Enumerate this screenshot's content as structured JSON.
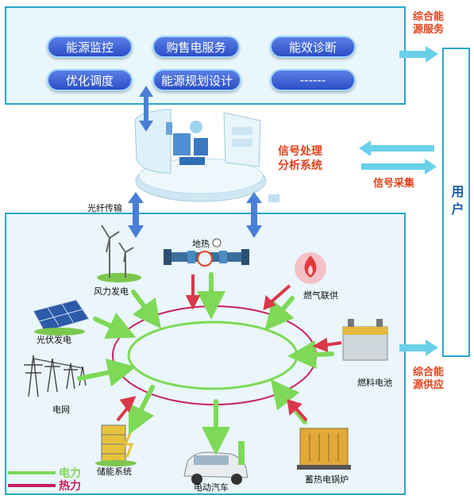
{
  "services": [
    {
      "label": "能源监控"
    },
    {
      "label": "购售电服务"
    },
    {
      "label": "能效诊断"
    },
    {
      "label": "优化调度"
    },
    {
      "label": "能源规划设计"
    },
    {
      "label": "------"
    }
  ],
  "labels": {
    "integrated_service": "综合能\n源服务",
    "signal_processing": "信号处理\n分析系统",
    "signal_collection": "信号采集",
    "fiber": "光纤传输",
    "user": "用户",
    "integrated_supply": "综合能\n源供应"
  },
  "nodes": {
    "wind": "风力发电",
    "geothermal": "地热",
    "gas": "燃气联供",
    "solar": "光伏发电",
    "fuel_cell": "燃料电池",
    "grid": "电网",
    "storage": "储能系统",
    "ev": "电动汽车",
    "boiler": "蓄热电锅炉"
  },
  "legend": {
    "power": "电力",
    "heat": "热力"
  },
  "colors": {
    "power": "#7ed957",
    "heat": "#c8205f",
    "frame": "#2aa6c8",
    "accent_red": "#e2421c"
  }
}
